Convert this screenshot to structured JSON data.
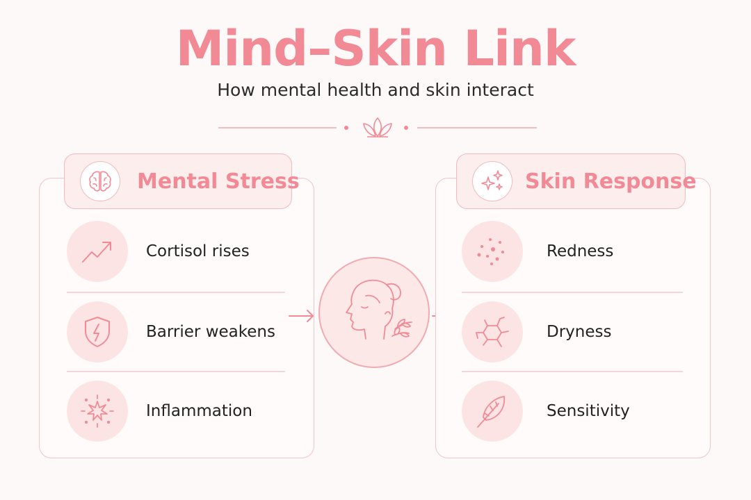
{
  "title": "Mind–Skin Link",
  "subtitle": "How mental health and skin interact",
  "colors": {
    "accent": "#f28a96",
    "soft": "#fde4e4",
    "line": "#f3c4c8",
    "text": "#222222"
  },
  "left_panel": {
    "title": "Mental Stress",
    "icon": "brain-icon",
    "items": [
      {
        "label": "Cortisol rises",
        "icon": "trend-up-icon"
      },
      {
        "label": "Barrier weakens",
        "icon": "shield-bolt-icon"
      },
      {
        "label": "Inflammation",
        "icon": "burst-icon"
      }
    ]
  },
  "center": {
    "icon": "face-profile-leaf-icon"
  },
  "right_panel": {
    "title": "Skin Response",
    "icon": "sparkles-icon",
    "items": [
      {
        "label": "Redness",
        "icon": "dots-icon"
      },
      {
        "label": "Dryness",
        "icon": "cracked-skin-icon"
      },
      {
        "label": "Sensitivity",
        "icon": "feather-icon"
      }
    ]
  }
}
